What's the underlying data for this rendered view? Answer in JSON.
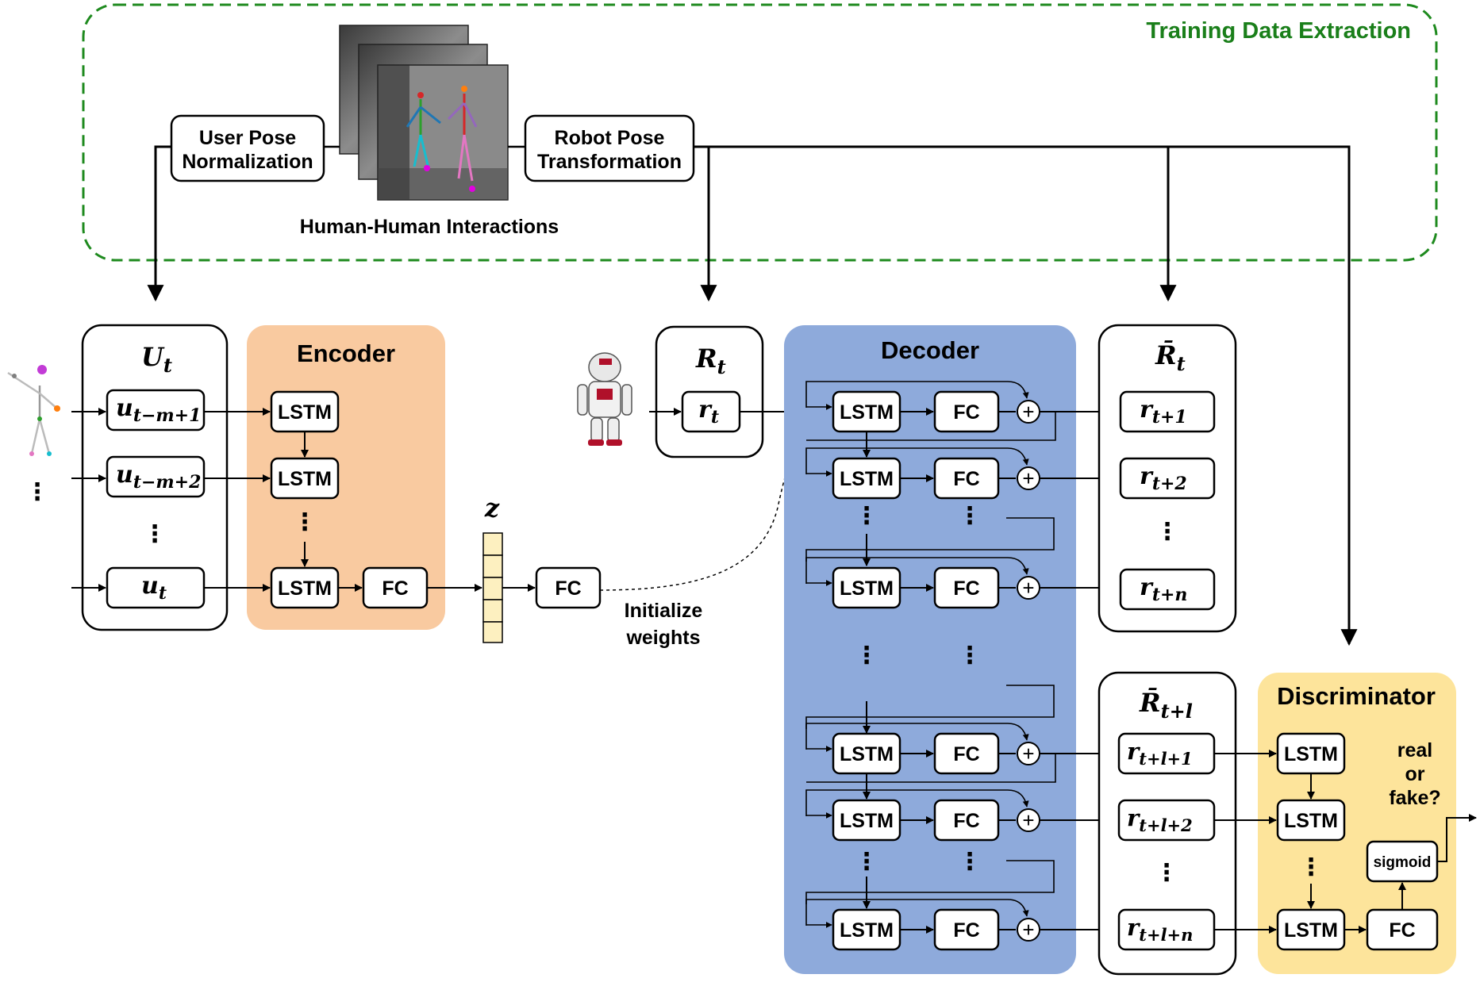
{
  "training": {
    "title": "Training Data Extraction",
    "user_pose": [
      "User Pose",
      "Normalization"
    ],
    "robot_pose": [
      "Robot Pose",
      "Transformation"
    ],
    "caption": "Human-Human Interactions"
  },
  "input_set": {
    "title": "U",
    "title_sub": "t",
    "rows": [
      {
        "base": "u",
        "sub": "t−m+1"
      },
      {
        "base": "u",
        "sub": "t−m+2"
      },
      {
        "base": "u",
        "sub": "t"
      }
    ],
    "dots": "⋮"
  },
  "encoder": {
    "title": "Encoder",
    "lstm": "LSTM",
    "fc": "FC"
  },
  "latent": {
    "label": "z",
    "fc": "FC"
  },
  "init_note": [
    "Initialize",
    "weights"
  ],
  "robot_state": {
    "title": "R",
    "title_sub": "t",
    "item_base": "r",
    "item_sub": "t"
  },
  "decoder": {
    "title": "Decoder",
    "lstm": "LSTM",
    "fc": "FC",
    "plus": "+"
  },
  "predicted": {
    "title": "R̄",
    "title_sub": "t",
    "rows": [
      {
        "base": "r",
        "sub": "t+1"
      },
      {
        "base": "r",
        "sub": "t+2"
      },
      {
        "base": "r",
        "sub": "t+n"
      }
    ]
  },
  "predicted_long": {
    "title": "R̄",
    "title_sub": "t+l",
    "rows": [
      {
        "base": "r",
        "sub": "t+l+1"
      },
      {
        "base": "r",
        "sub": "t+l+2"
      },
      {
        "base": "r",
        "sub": "t+l+n"
      }
    ]
  },
  "discriminator": {
    "title": "Discriminator",
    "lstm": "LSTM",
    "fc": "FC",
    "sigmoid": "sigmoid",
    "output": [
      "real",
      "or",
      "fake?"
    ]
  },
  "colors": {
    "training_border": "#1e8a1e",
    "training_title": "#1a7f1a",
    "encoder_bg": "#f9caa0",
    "decoder_bg": "#8eaadb",
    "discriminator_bg": "#fde49b",
    "latent_bg": "#fdf0c0"
  }
}
